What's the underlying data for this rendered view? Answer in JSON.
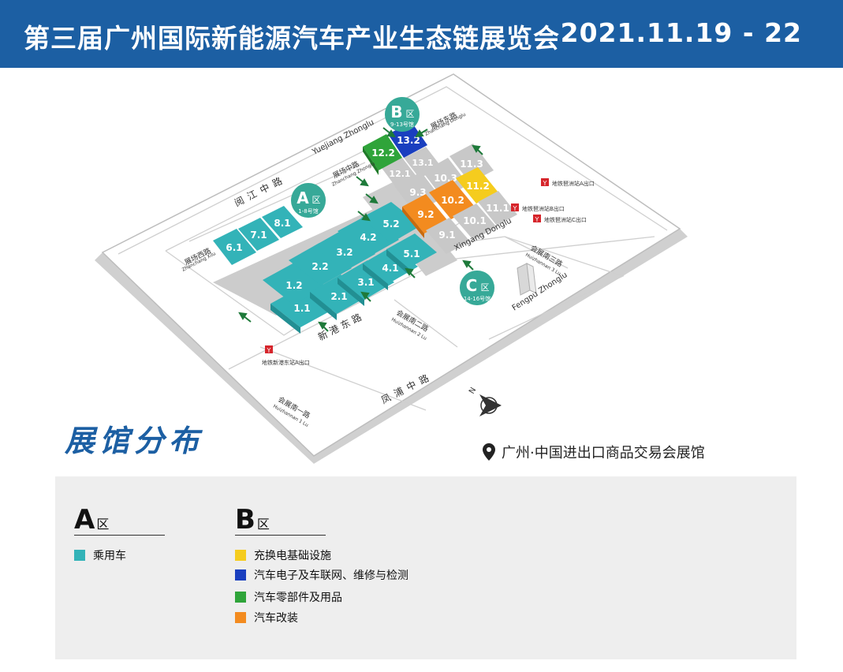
{
  "header": {
    "title": "第三届广州国际新能源汽车产业生态链展览会",
    "date": "2021.11.19 - 22"
  },
  "colors": {
    "header": "#1c5fa3",
    "teal": "#33b3b8",
    "yellow": "#f5cc1e",
    "blue": "#1a3fbf",
    "green": "#2fa43a",
    "orange": "#f38b1f",
    "gray": "#c8c8c8"
  },
  "map": {
    "halls_teal": [
      "1.1",
      "1.2",
      "2.1",
      "2.2",
      "3.1",
      "3.2",
      "4.1",
      "4.2",
      "5.1",
      "5.2",
      "6.1",
      "7.1",
      "8.1"
    ],
    "halls_gray": [
      "9.1",
      "9.3",
      "10.1",
      "10.3",
      "11.1",
      "11.3",
      "12.1",
      "13.1"
    ],
    "halls_orange": [
      "9.2",
      "10.2"
    ],
    "halls_yellow": [
      "11.2"
    ],
    "halls_green": [
      "12.2"
    ],
    "halls_blue": [
      "13.2"
    ],
    "zones": {
      "a": {
        "letter": "A",
        "suffix": "区",
        "sub": "1-8号馆"
      },
      "b": {
        "letter": "B",
        "suffix": "区",
        "sub": "9-13号馆"
      },
      "c": {
        "letter": "C",
        "suffix": "区",
        "sub": "14-16号馆"
      }
    },
    "roads": {
      "yuejiang_cn": "阅江中路",
      "yuejiang_en": "Yuejiang Zhonglu",
      "zhanchang_zhong_cn": "展场中路",
      "zhanchang_zhong_en": "Zhanchang Zhonglu",
      "zhanchang_dong_cn": "展场东路",
      "zhanchang_dong_en": "Zhanchang Donglu",
      "zhanchang_xi_cn": "展场西路",
      "zhanchang_xi_en": "Zhanchang Xilu",
      "xingang_dong_cn": "新港东路",
      "xingang_dong_en": "Xingang Donglu",
      "fengpu_cn": "凤浦中路",
      "fengpu_en": "Fengpu Zhonglu",
      "huizhan_1_cn": "会展南一路",
      "huizhan_1_en": "Huizhannan 1 Lu",
      "huizhan_2_cn": "会展南二路",
      "huizhan_2_en": "Huizhannan 2 Lu",
      "huizhan_3_cn": "会展南三路",
      "huizhan_3_en": "Huizhannan 3 Lu"
    },
    "metro": {
      "a": "地铁新港东站A出口",
      "pazhou_a": "地铁琶洲站A出口",
      "pazhou_b": "地铁琶洲站B出口",
      "pazhou_c": "地铁琶洲站C出口"
    },
    "compass": "N"
  },
  "section_title": "展馆分布",
  "venue": "广州·中国进出口商品交易会展馆",
  "legend": {
    "a": {
      "letter": "A",
      "suffix": "区",
      "items": [
        {
          "label": "乘用车",
          "color": "#33b3b8"
        }
      ]
    },
    "b": {
      "letter": "B",
      "suffix": "区",
      "items": [
        {
          "label": "充换电基础设施",
          "color": "#f5cc1e"
        },
        {
          "label": "汽车电子及车联网、维修与检测",
          "color": "#1a3fbf"
        },
        {
          "label": "汽车零部件及用品",
          "color": "#2fa43a"
        },
        {
          "label": "汽车改装",
          "color": "#f38b1f"
        }
      ]
    }
  }
}
